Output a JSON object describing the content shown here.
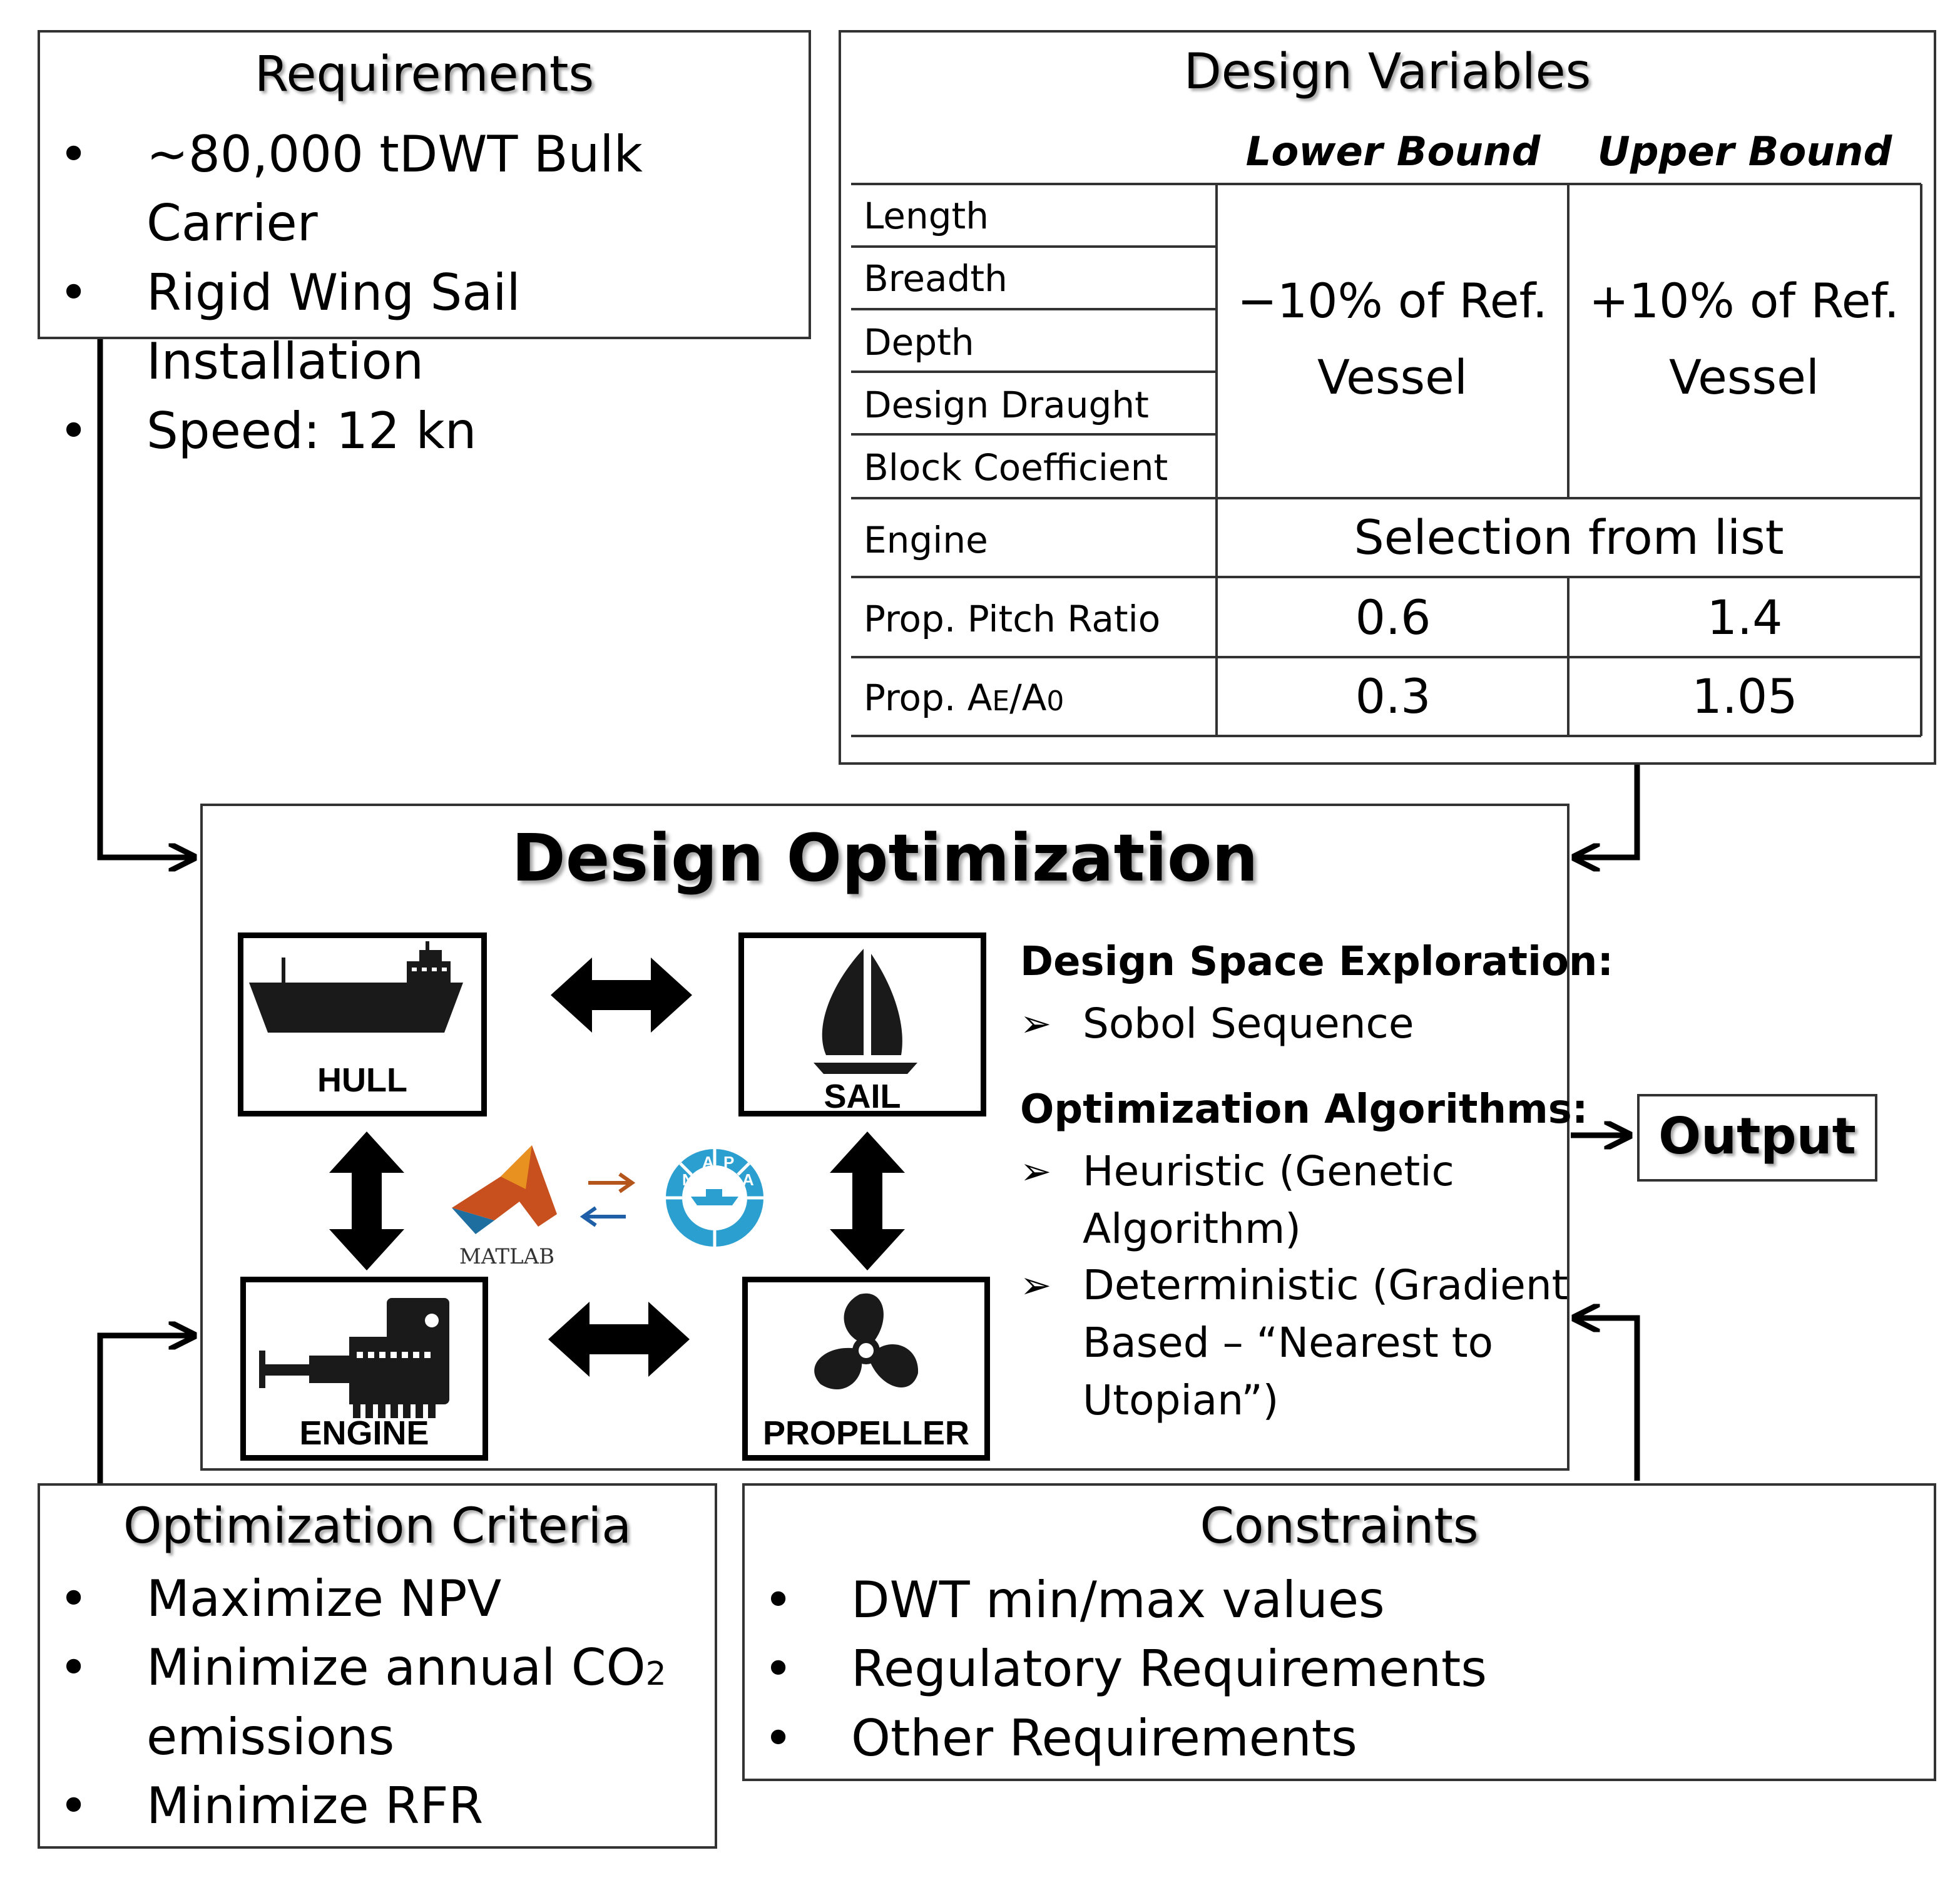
{
  "requirements": {
    "title": "Requirements",
    "items": [
      "~80,000 tDWT Bulk Carrier",
      "Rigid Wing Sail Installation",
      "Speed: 12 kn"
    ]
  },
  "design_variables": {
    "title": "Design Variables",
    "col_lower": "Lower Bound",
    "col_upper": "Upper Bound",
    "rows": {
      "length": "Length",
      "breadth": "Breadth",
      "depth": "Depth",
      "draught": "Design Draught",
      "block": "Block Coefficient",
      "engine": "Engine",
      "pitch": "Prop. Pitch Ratio",
      "area_prefix": "Prop. A",
      "area_sub1": "E",
      "area_mid": "/A",
      "area_sub2": "0"
    },
    "dims_lower": "−10% of Ref. Vessel",
    "dims_upper": "+10% of Ref. Vessel",
    "engine_value": "Selection from list",
    "pitch_lower": "0.6",
    "pitch_upper": "1.4",
    "area_lower": "0.3",
    "area_upper": "1.05"
  },
  "design_optimization": {
    "title": "Design Optimization",
    "modules": {
      "hull": "HULL",
      "sail": "SAIL",
      "engine": "ENGINE",
      "propeller": "PROPELLER"
    },
    "matlab_label": "MATLAB",
    "napa_letters": [
      "N",
      "A",
      "P",
      "A"
    ],
    "exploration_heading": "Design Space Exploration:",
    "exploration_item": "Sobol Sequence",
    "algorithms_heading": "Optimization Algorithms:",
    "algorithm_items": [
      "Heuristic (Genetic Algorithm)",
      "Deterministic (Gradient Based – “Nearest to Utopian”)"
    ]
  },
  "output": {
    "label": "Output"
  },
  "criteria": {
    "title": "Optimization Criteria",
    "item1": "Maximize NPV",
    "item2_prefix": "Minimize annual  CO",
    "item2_sub": "2",
    "item2_suffix": " emissions",
    "item3": "Minimize RFR"
  },
  "constraints": {
    "title": "Constraints",
    "items": [
      "DWT min/max values",
      "Regulatory Requirements",
      "Other Requirements"
    ]
  },
  "colors": {
    "line": "#000000",
    "matlab_orange": "#c8501e",
    "matlab_blue": "#1e6ea0",
    "napa_blue": "#2a9fd0",
    "exchange_orange": "#b4551c",
    "exchange_blue": "#1f5fa8"
  }
}
